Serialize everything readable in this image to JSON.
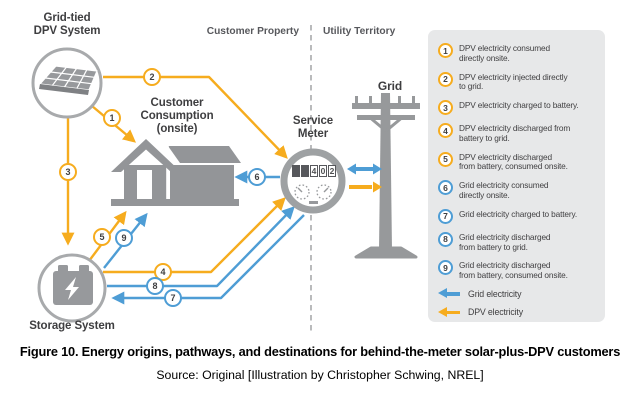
{
  "colors": {
    "dpv_yellow": "#F6AC1E",
    "grid_blue": "#4E9DD5",
    "icon_gray": "#97999C",
    "legend_panel_bg": "#E7E8E9",
    "label_text": "#3E3E40"
  },
  "boundary": {
    "customer": "Customer Property",
    "utility": "Utility Territory"
  },
  "nodes": {
    "dpv": "Grid-tied\nDPV System",
    "consumption": "Customer\nConsumption\n(onsite)",
    "storage": "Storage System",
    "meter": "Service\nMeter",
    "grid": "Grid"
  },
  "meter": {
    "d1": "4",
    "d2": "0",
    "d3": "2"
  },
  "legend": {
    "items": [
      {
        "num": "1",
        "color": "yellow",
        "text": "DPV electricity consumed\ndirectly onsite."
      },
      {
        "num": "2",
        "color": "yellow",
        "text": "DPV electricity injected directly\nto grid."
      },
      {
        "num": "3",
        "color": "yellow",
        "text": "DPV electricity charged to battery."
      },
      {
        "num": "4",
        "color": "yellow",
        "text": "DPV electricity discharged from\nbattery to grid."
      },
      {
        "num": "5",
        "color": "yellow",
        "text": "DPV electricity discharged\nfrom battery, consumed onsite."
      },
      {
        "num": "6",
        "color": "blue",
        "text": "Grid electricity consumed\ndirectly onsite."
      },
      {
        "num": "7",
        "color": "blue",
        "text": "Grid electricity charged to battery."
      },
      {
        "num": "8",
        "color": "blue",
        "text": "Grid electricity discharged\nfrom battery to grid."
      },
      {
        "num": "9",
        "color": "blue",
        "text": "Grid electricity discharged\nfrom battery, consumed onsite."
      }
    ],
    "arrow_blue_label": "Grid electricity",
    "arrow_yellow_label": "DPV electricity"
  },
  "caption": {
    "title": "Figure 10. Energy origins, pathways, and destinations for behind-the-meter solar-plus-DPV customers",
    "source": "Source: Original [Illustration by Christopher Schwing, NREL]"
  }
}
